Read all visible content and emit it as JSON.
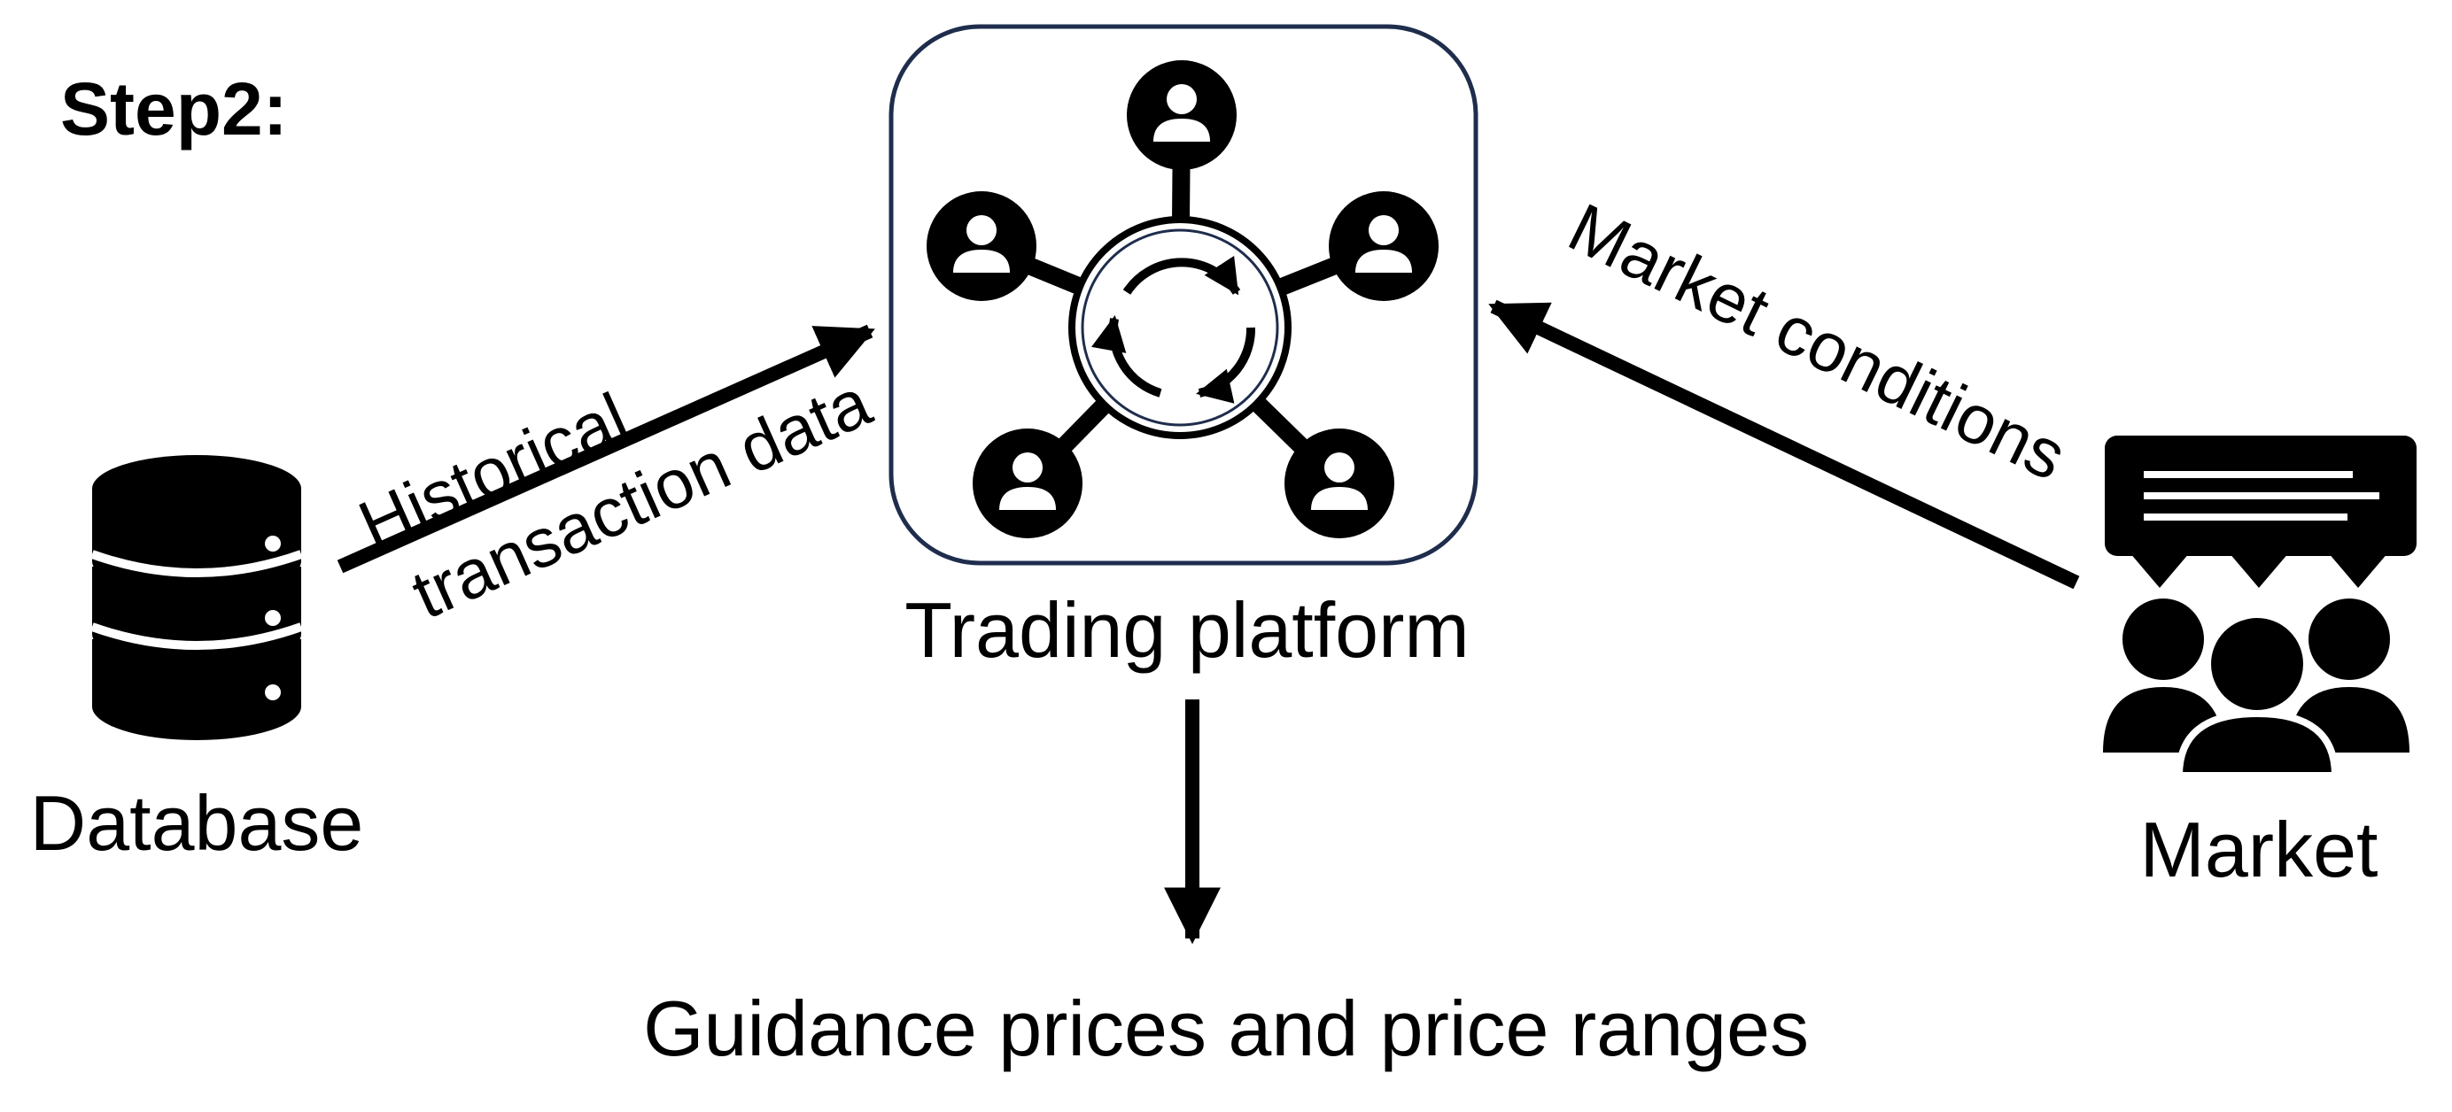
{
  "step_title": "Step2:",
  "nodes": {
    "database": {
      "label": "Database",
      "icon": "database-icon"
    },
    "platform": {
      "label": "Trading platform",
      "icon": "network-cycle-icon"
    },
    "market": {
      "label": "Market",
      "icon": "group-discussion-icon"
    }
  },
  "arrows": {
    "historical": {
      "line1": "Historical",
      "line2": "transaction data"
    },
    "market_conditions": {
      "label": "Market conditions"
    }
  },
  "output": {
    "label": "Guidance prices and price ranges"
  },
  "colors": {
    "ink": "#000000",
    "platform_border": "#1f2d4d",
    "background": "#ffffff"
  }
}
